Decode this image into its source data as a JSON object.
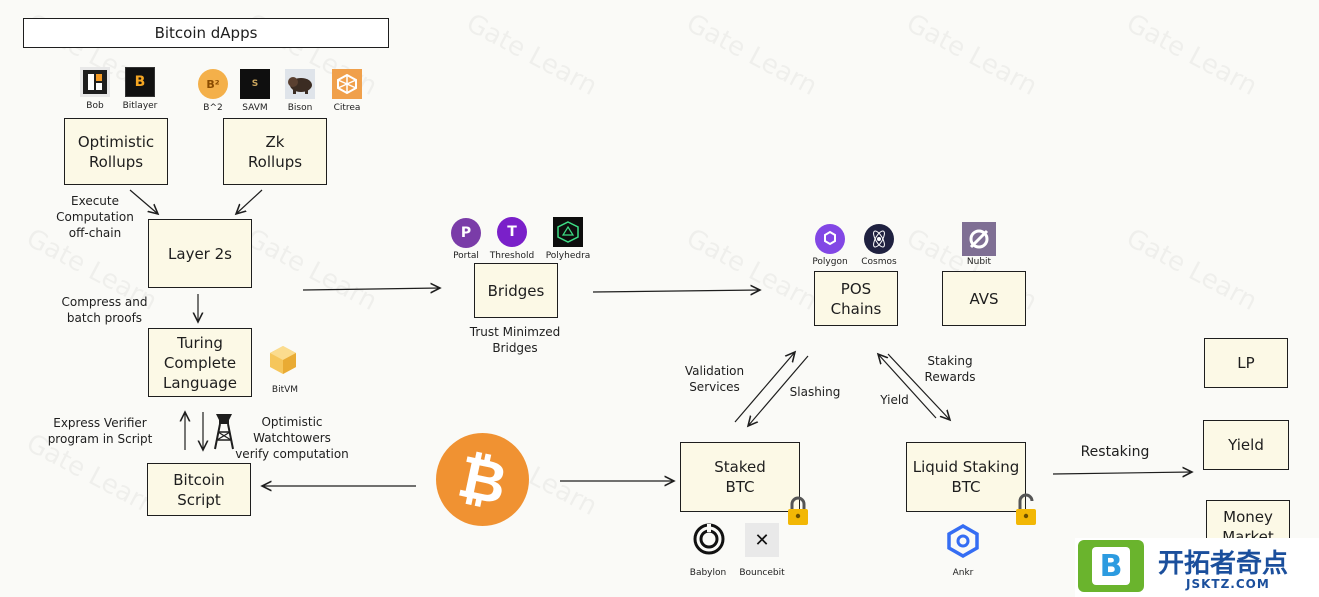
{
  "watermark": "Gate Learn",
  "title": "Bitcoin dApps",
  "boxes": {
    "optimistic": "Optimistic\nRollups",
    "zk": "Zk\nRollups",
    "layer2": "Layer 2s",
    "turing": "Turing\nComplete\nLanguage",
    "script": "Bitcoin\nScript",
    "bridges": "Bridges",
    "pos": "POS\nChains",
    "avs": "AVS",
    "staked": "Staked\nBTC",
    "liquid": "Liquid Staking\nBTC",
    "lp": "LP",
    "yield": "Yield",
    "money": "Money\nMarket"
  },
  "labels": {
    "execute": "Execute\nComputation\noff-chain",
    "compress": "Compress and\nbatch proofs",
    "express": "Express Verifier\nprogram in Script",
    "watchtowers": "Optimistic\nWatchtowers\nverify computation",
    "trust": "Trust Minimzed\nBridges",
    "validation": "Validation\nServices",
    "slashing": "Slashing",
    "staking_rewards": "Staking\nRewards",
    "yield": "Yield",
    "restaking": "Restaking"
  },
  "logos": {
    "bob": "Bob",
    "bitlayer": "Bitlayer",
    "b2": "B^2",
    "savm": "SAVM",
    "bison": "Bison",
    "citrea": "Citrea",
    "bitvm": "BitVM",
    "portal": "Portal",
    "threshold": "Threshold",
    "polyhedra": "Polyhedra",
    "polygon": "Polygon",
    "cosmos": "Cosmos",
    "nubit": "Nubit",
    "babylon": "Babylon",
    "bouncebit": "Bouncebit",
    "ankr": "Ankr"
  },
  "brand": {
    "name": "开拓者奇点",
    "url": "JSKTZ.COM",
    "letter": "B"
  },
  "colors": {
    "box_fill": "#fcf9e6",
    "bitcoin_orange": "#f09232",
    "brand_green": "#6ab42d",
    "brand_blue": "#1b4f9c"
  }
}
